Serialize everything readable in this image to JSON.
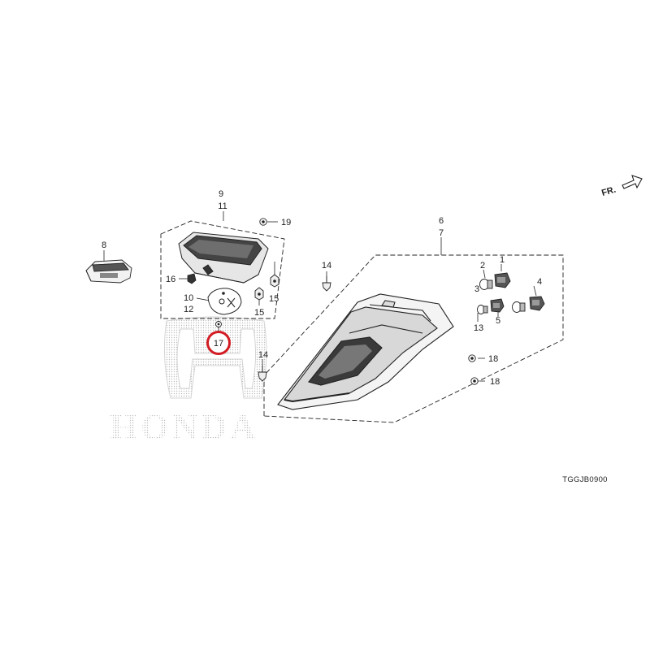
{
  "diagram_code": "TGGJB0900",
  "direction_label": "FR.",
  "watermark_text": "HONDA",
  "labels": {
    "p1": "1",
    "p2": "2",
    "p3": "3",
    "p4": "4",
    "p5": "5",
    "p6": "6",
    "p7": "7",
    "p8": "8",
    "p9": "9",
    "p10": "10",
    "p11": "11",
    "p12": "12",
    "p13": "13",
    "p14a": "14",
    "p14b": "14",
    "p15a": "15",
    "p15b": "15",
    "p16": "16",
    "p17": "17",
    "p18a": "18",
    "p18b": "18",
    "p19": "19"
  },
  "highlighted_part": "17",
  "colors": {
    "line": "#222222",
    "highlight": "#d21c24",
    "watermark": "#c9c9c9"
  }
}
